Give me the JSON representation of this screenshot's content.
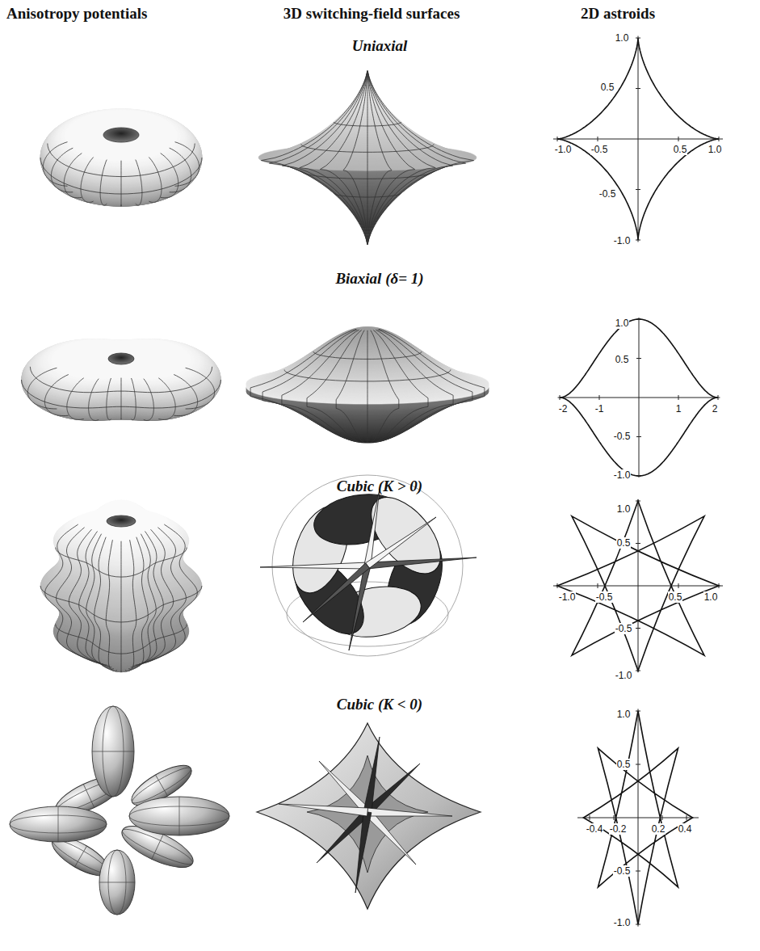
{
  "diagram": {
    "labels": [
      "Anisotropy potentials",
      "3D switching-field surfaces",
      "2D astroids",
      "Uniaxial",
      "1.0",
      "0.5",
      "-1.0",
      "-0.5",
      "0.5",
      "1.0",
      "-0.5",
      "-1.0",
      "Biaxial (δ= 1)",
      "1.0",
      "0.5",
      "-2",
      "-1",
      "1",
      "2",
      "-0.5",
      "-1.0",
      "Cubic (K > 0)",
      "1.0",
      "0.5",
      "-1.0",
      "-0.5",
      "0.5",
      "1.0",
      "-0.5",
      "-1.0",
      "Cubic (K < 0)",
      "1.0",
      "0.5",
      "-0.4",
      "-0.2",
      "0.2",
      "0.4",
      "-0.5",
      "-1.0"
    ]
  }
}
